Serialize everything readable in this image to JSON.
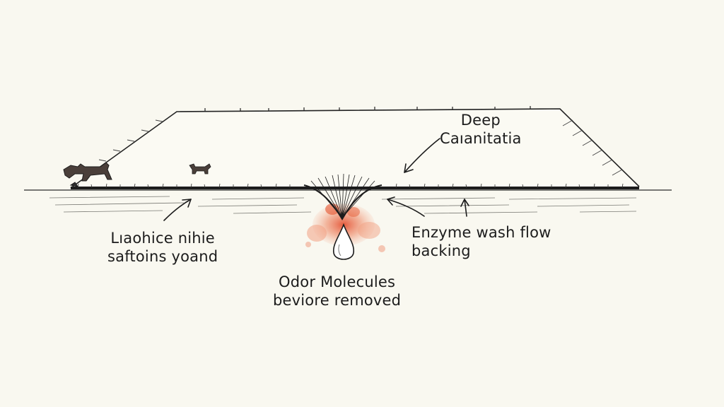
{
  "labels": {
    "deep_line1": "Deep",
    "deep_line2": "Caıanitatia",
    "left_line1": "Lıaohice nihie",
    "left_line2": "saftoins yoand",
    "right_line1": "Enzyme wash flow",
    "right_line2": "backing",
    "bottom_line1": "Odor Molecules",
    "bottom_line2": "beviore removed"
  },
  "icons": [
    "dog-icon",
    "small-dog-icon",
    "droplet-icon"
  ],
  "colors": {
    "ink": "#1c1c1c",
    "paper": "#f9f8f0",
    "stain": "#ee8c6c",
    "stain_dark": "#d9532f"
  }
}
